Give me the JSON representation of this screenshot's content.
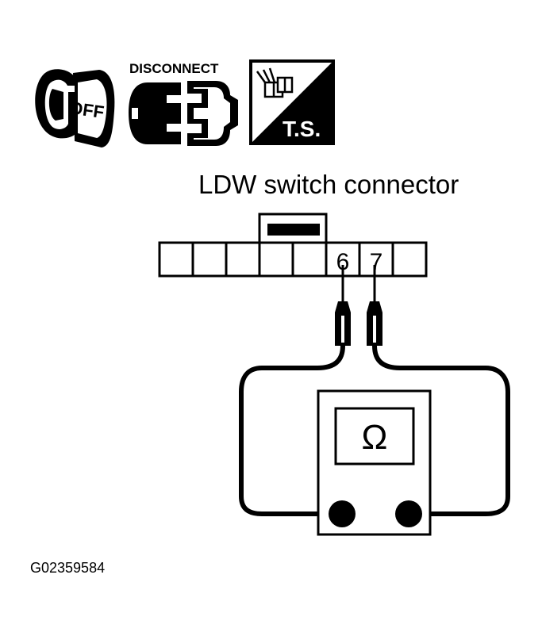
{
  "icons": {
    "ignition": {
      "name": "ignition-key-off-icon",
      "label": "OFF"
    },
    "disconnect": {
      "name": "connector-disconnect-icon",
      "label": "DISCONNECT"
    },
    "tester": {
      "name": "tester-ts-icon",
      "label": "T.S."
    }
  },
  "diagram": {
    "title": "LDW switch connector",
    "pins": [
      "",
      "",
      "",
      "",
      "",
      "6",
      "7",
      ""
    ],
    "meter_symbol": "Ω",
    "figure_code": "G02359584"
  },
  "colors": {
    "ink": "#000000",
    "paper": "#ffffff"
  }
}
